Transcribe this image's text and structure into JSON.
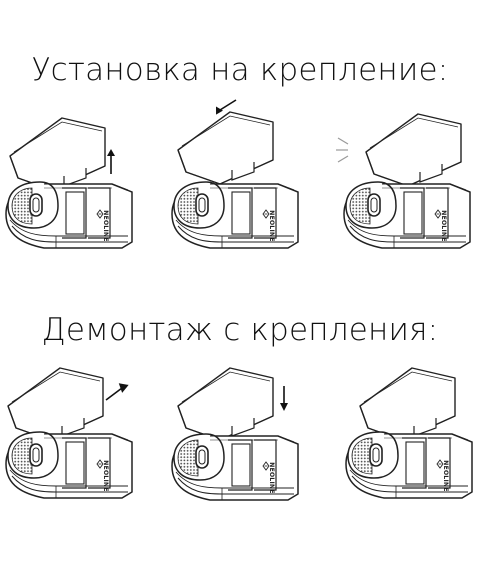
{
  "mount": {
    "title": "Установка на крепление:",
    "steps": [
      {
        "arrow": "up-arrow-icon",
        "state": "mount-raised"
      },
      {
        "arrow": "left-down-arrow-icon",
        "state": "mount-sliding"
      },
      {
        "arrow": "click-lines-icon",
        "state": "mount-attached"
      }
    ]
  },
  "dismount": {
    "title": "Демонтаж с крепления:",
    "steps": [
      {
        "arrow": "right-up-arrow-icon",
        "state": "mount-sliding-off"
      },
      {
        "arrow": "down-arrow-icon",
        "state": "mount-lowered"
      },
      {
        "arrow": "none",
        "state": "mount-removed"
      }
    ]
  },
  "device": {
    "brand_label": "NEOLINE"
  }
}
